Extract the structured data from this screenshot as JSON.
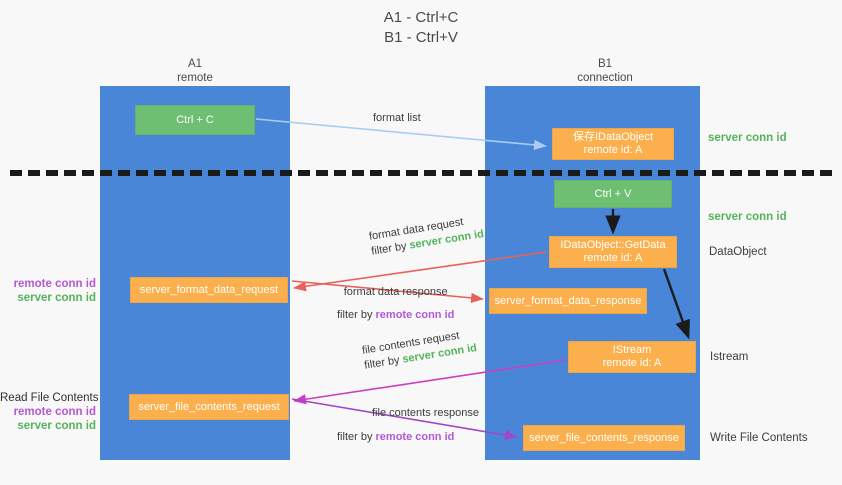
{
  "title": "A1 - Ctrl+C\nB1 - Ctrl+V",
  "colors": {
    "lane": "#4a86d8",
    "green_node": "#6fbf73",
    "orange_node": "#fbb04d",
    "server_conn_id": "#55b35c",
    "remote_conn_id": "#b458d6",
    "divider": "#1b1b1b",
    "arrow_format_list": "#a8cdf0",
    "arrow_format_data": "#e8615a",
    "arrow_control": "#1b1b1b",
    "arrow_file_contents": "#cc3ec1",
    "background": "#f8f8f8"
  },
  "columns": [
    {
      "name": "A1",
      "subtitle": "remote",
      "label": "A1\nremote"
    },
    {
      "name": "B1",
      "subtitle": "connection",
      "label": "B1\nconnection"
    }
  ],
  "nodes": {
    "ctrl_c": "Ctrl + C",
    "save_idataobject": "保存IDataObject\nremote id: A",
    "ctrl_v": "Ctrl + V",
    "getdata": "IDataObject::GetData\nremote id: A",
    "server_format_data_request": "server_format_data_request",
    "server_format_data_response": "server_format_data_response",
    "istream": "IStream\nremote id: A",
    "server_file_contents_request": "server_file_contents_request",
    "server_file_contents_response": "server_file_contents_response"
  },
  "edges": {
    "format_list": {
      "line1": "format list"
    },
    "format_data_request": {
      "line1": "format data request",
      "filter_prefix": "filter by ",
      "filter_key": "server conn id"
    },
    "format_data_response": {
      "line1": "format data response",
      "filter_prefix": "filter by ",
      "filter_key": "remote conn id"
    },
    "file_contents_request": {
      "line1": "file contents request",
      "filter_prefix": "filter by ",
      "filter_key": "server conn id"
    },
    "file_contents_response": {
      "line1": "file contents response",
      "filter_prefix": "filter by ",
      "filter_key": "remote conn id"
    }
  },
  "right_notes": {
    "server_conn_id_top": "server conn id",
    "server_conn_id_mid": "server conn id",
    "dataobject": "DataObject",
    "istream": "Istream",
    "write_file_contents": "Write File Contents"
  },
  "left_notes": {
    "middle": {
      "remote": "remote conn id",
      "server": "server conn id"
    },
    "bottom": {
      "heading": "Read File Contents",
      "remote": "remote conn id",
      "server": "server conn id"
    }
  }
}
